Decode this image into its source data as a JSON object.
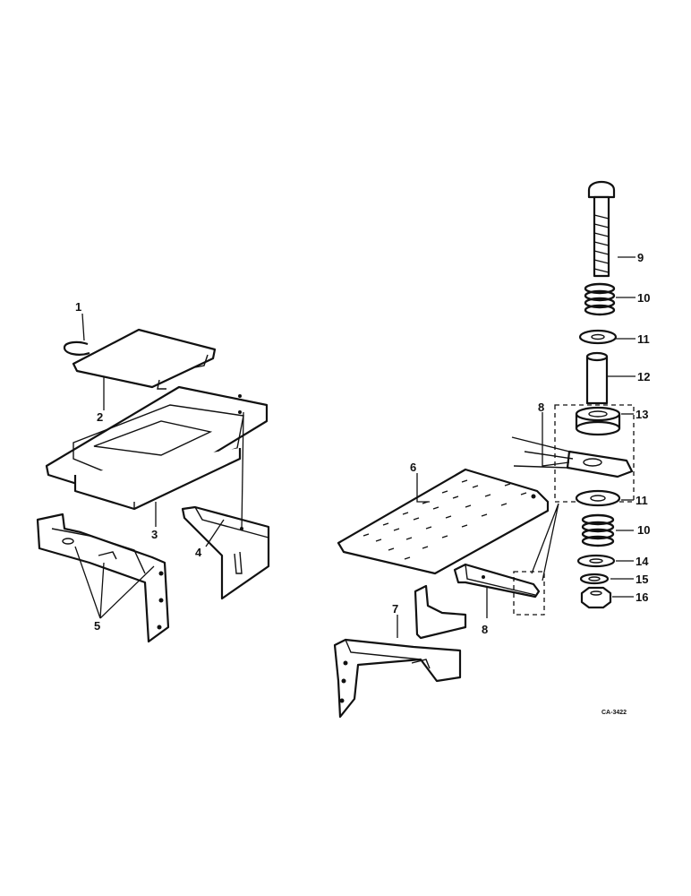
{
  "drawing_ref": "CA-3422",
  "callouts": [
    {
      "id": "c1",
      "text": "1"
    },
    {
      "id": "c2",
      "text": "2"
    },
    {
      "id": "c3",
      "text": "3"
    },
    {
      "id": "c4",
      "text": "4"
    },
    {
      "id": "c5",
      "text": "5"
    },
    {
      "id": "c6",
      "text": "6"
    },
    {
      "id": "c7",
      "text": "7"
    },
    {
      "id": "c8a",
      "text": "8"
    },
    {
      "id": "c8b",
      "text": "8"
    },
    {
      "id": "c9",
      "text": "9"
    },
    {
      "id": "c10a",
      "text": "10"
    },
    {
      "id": "c10b",
      "text": "10"
    },
    {
      "id": "c11a",
      "text": "11"
    },
    {
      "id": "c11b",
      "text": "11"
    },
    {
      "id": "c12",
      "text": "12"
    },
    {
      "id": "c13",
      "text": "13"
    },
    {
      "id": "c14",
      "text": "14"
    },
    {
      "id": "c15",
      "text": "15"
    },
    {
      "id": "c16",
      "text": "16"
    }
  ]
}
